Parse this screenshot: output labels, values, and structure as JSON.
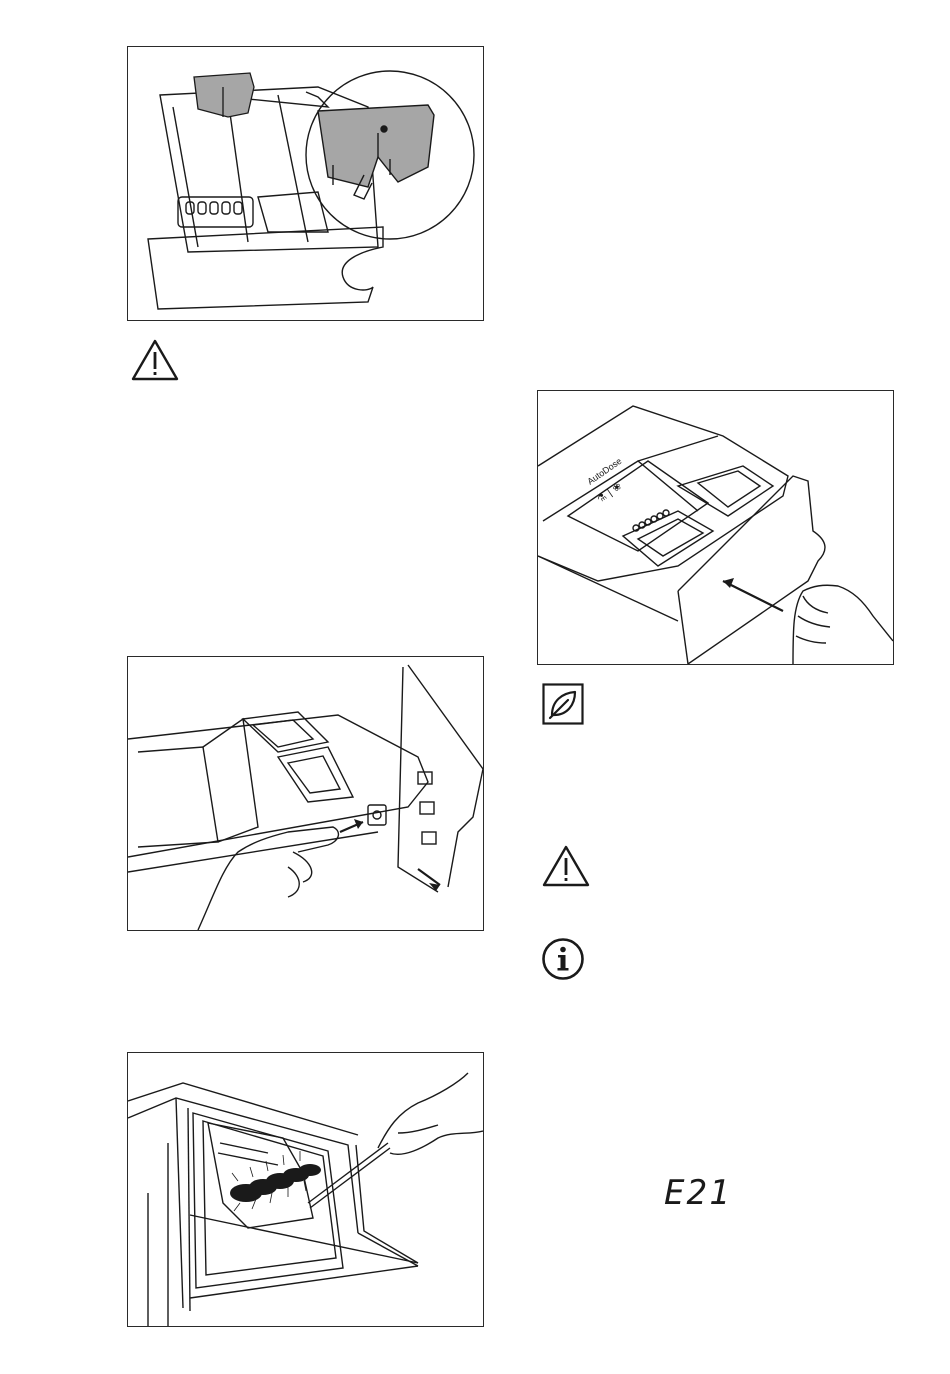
{
  "page": {
    "figures": [
      {
        "name": "figure-softener-cover-removal",
        "printed_text": ""
      },
      {
        "name": "figure-autodose-drawer-insert",
        "printed_text": "AutoDose"
      },
      {
        "name": "figure-drawer-release-lever",
        "printed_text": ""
      },
      {
        "name": "figure-drawer-recess-brush",
        "printed_text": ""
      }
    ],
    "icons": {
      "warning_icon_1": "warning-triangle",
      "environment_icon": "leaf",
      "warning_icon_2": "warning-triangle",
      "information_icon": "info"
    },
    "display_code": "E21",
    "colors": {
      "line": "#1a1a1a",
      "shade": "#a6a6a6",
      "border": "#2a2a2a"
    }
  }
}
